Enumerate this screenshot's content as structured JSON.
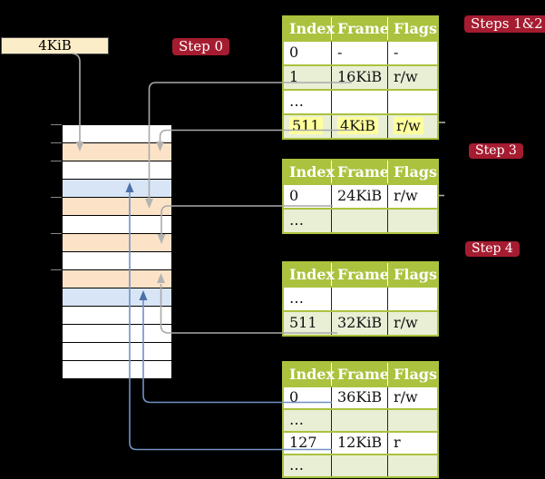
{
  "colors": {
    "background": "#000000",
    "badge_red": "#a51c30",
    "table_header_green": "#aac23e",
    "table_row_green": "#e9efd5",
    "memory_peach": "#fce3c8",
    "memory_blue": "#d8e5f6",
    "frame_box_cream": "#fcedc9",
    "highlight_yellow": "#ffff9d",
    "arrow_gray": "#a9a9a9",
    "arrow_blue": "#7191c3"
  },
  "frame_box": {
    "label": "4KiB"
  },
  "badges": {
    "step0": "Step 0",
    "steps12": "Steps 1&2",
    "step3": "Step 3",
    "step4": "Step 4"
  },
  "tables": [
    {
      "headers": [
        "Index",
        "Frame",
        "Flags"
      ],
      "rows": [
        {
          "cells": [
            "0",
            "-",
            "-"
          ]
        },
        {
          "cells": [
            "1",
            "16KiB",
            "r/w"
          ]
        },
        {
          "cells": [
            "…",
            "",
            ""
          ]
        },
        {
          "cells": [
            "511",
            "4KiB",
            "r/w"
          ]
        }
      ]
    },
    {
      "headers": [
        "Index",
        "Frame",
        "Flags"
      ],
      "rows": [
        {
          "cells": [
            "0",
            "24KiB",
            "r/w"
          ]
        },
        {
          "cells": [
            "…",
            "",
            ""
          ]
        }
      ]
    },
    {
      "headers": [
        "Index",
        "Frame",
        "Flags"
      ],
      "rows": [
        {
          "cells": [
            "…",
            "",
            ""
          ]
        },
        {
          "cells": [
            "511",
            "32KiB",
            "r/w"
          ]
        }
      ]
    },
    {
      "headers": [
        "Index",
        "Frame",
        "Flags"
      ],
      "rows": [
        {
          "cells": [
            "0",
            "36KiB",
            "r/w"
          ]
        },
        {
          "cells": [
            "…",
            "",
            ""
          ]
        },
        {
          "cells": [
            "127",
            "12KiB",
            "r"
          ]
        },
        {
          "cells": [
            "…",
            "",
            ""
          ]
        }
      ]
    }
  ],
  "memory": {
    "row_colors": [
      "white",
      "peach",
      "white",
      "blue",
      "peach",
      "white",
      "peach",
      "white",
      "peach",
      "blue",
      "white",
      "white",
      "white",
      "white"
    ],
    "tick_positions": [
      137,
      157,
      177,
      217,
      257,
      297
    ]
  }
}
